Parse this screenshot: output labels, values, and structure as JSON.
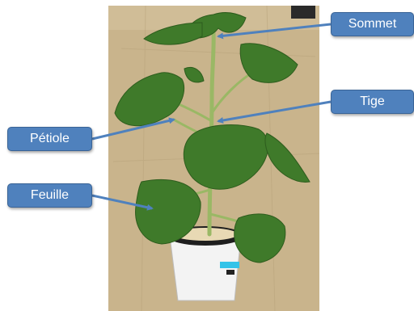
{
  "labels": {
    "sommet": "Sommet",
    "tige": "Tige",
    "petiole": "Pétiole",
    "feuille": "Feuille"
  },
  "colors": {
    "callout_fill": "#4f81bd",
    "callout_border": "#3a6496",
    "arrow": "#4f81bd",
    "leaf": "#3f7a2a",
    "stem": "#8fb25a",
    "pavement": "#cbb68e"
  }
}
